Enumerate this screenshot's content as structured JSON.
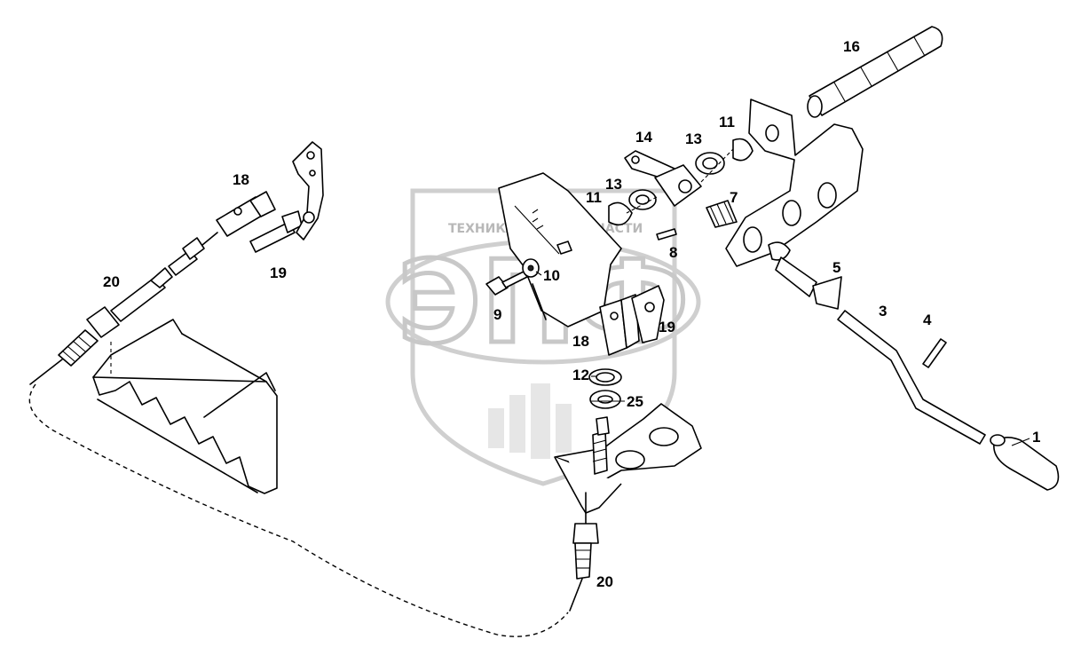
{
  "watermark": {
    "line1": "ТЕХНИКА",
    "line2": "ЗАПЧАСТИ",
    "logo": "ЭПФ",
    "icon": "gear-icon"
  },
  "callouts": {
    "c1": "1",
    "c3": "3",
    "c4": "4",
    "c5": "5",
    "c7": "7",
    "c8": "8",
    "c9": "9",
    "c10": "10",
    "c11a": "11",
    "c11b": "11",
    "c12": "12",
    "c13a": "13",
    "c13b": "13",
    "c14": "14",
    "c16": "16",
    "c18a": "18",
    "c18b": "18",
    "c19a": "19",
    "c19b": "19",
    "c20a": "20",
    "c20b": "20",
    "c25": "25"
  }
}
